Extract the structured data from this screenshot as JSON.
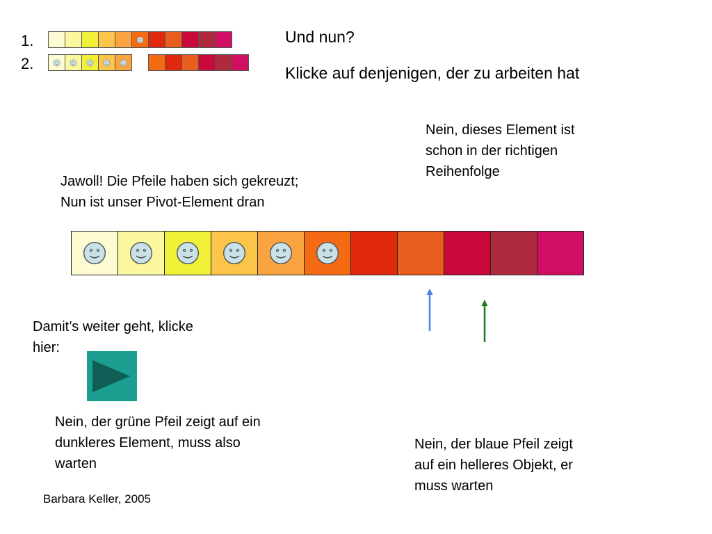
{
  "colors": [
    "#fdfbd2",
    "#fbf8a0",
    "#f1f039",
    "#fbc54a",
    "#f9a441",
    "#f46b14",
    "#e0290c",
    "#e85e1e",
    "#c8093a",
    "#b02a3e",
    "#d10f62"
  ],
  "rows": [
    {
      "label": "1.",
      "faces": [
        5
      ],
      "gap_after": null
    },
    {
      "label": "2.",
      "faces": [
        0,
        1,
        2,
        3,
        4
      ],
      "gap_after": 4
    }
  ],
  "big_faces": [
    0,
    1,
    2,
    3,
    4,
    5
  ],
  "texts": {
    "heading1": "Und nun?",
    "heading2": "Klicke auf denjenigen, der zu arbeiten hat",
    "wrong_top": [
      "Nein, dieses Element ist",
      "schon in der richtigen",
      "Reihenfolge"
    ],
    "correct": [
      "Jawoll! Die Pfeile haben sich gekreuzt;",
      "Nun ist unser Pivot-Element dran"
    ],
    "continue": [
      "Damit’s weiter geht, klicke",
      "hier:"
    ],
    "wrong_green": [
      "Nein, der grüne Pfeil zeigt auf ein",
      "dunkleres Element, muss also",
      "warten"
    ],
    "wrong_blue": [
      "Nein, der blaue Pfeil zeigt",
      "auf ein helleres Objekt, er",
      "muss warten"
    ],
    "footer": "Barbara Keller, 2005"
  },
  "arrows": [
    {
      "name": "blue-arrow",
      "color": "#4a7fe6"
    },
    {
      "name": "green-arrow",
      "color": "#1a7a1a"
    }
  ],
  "icons": {
    "play": "play-icon",
    "face": "smiley-icon"
  }
}
